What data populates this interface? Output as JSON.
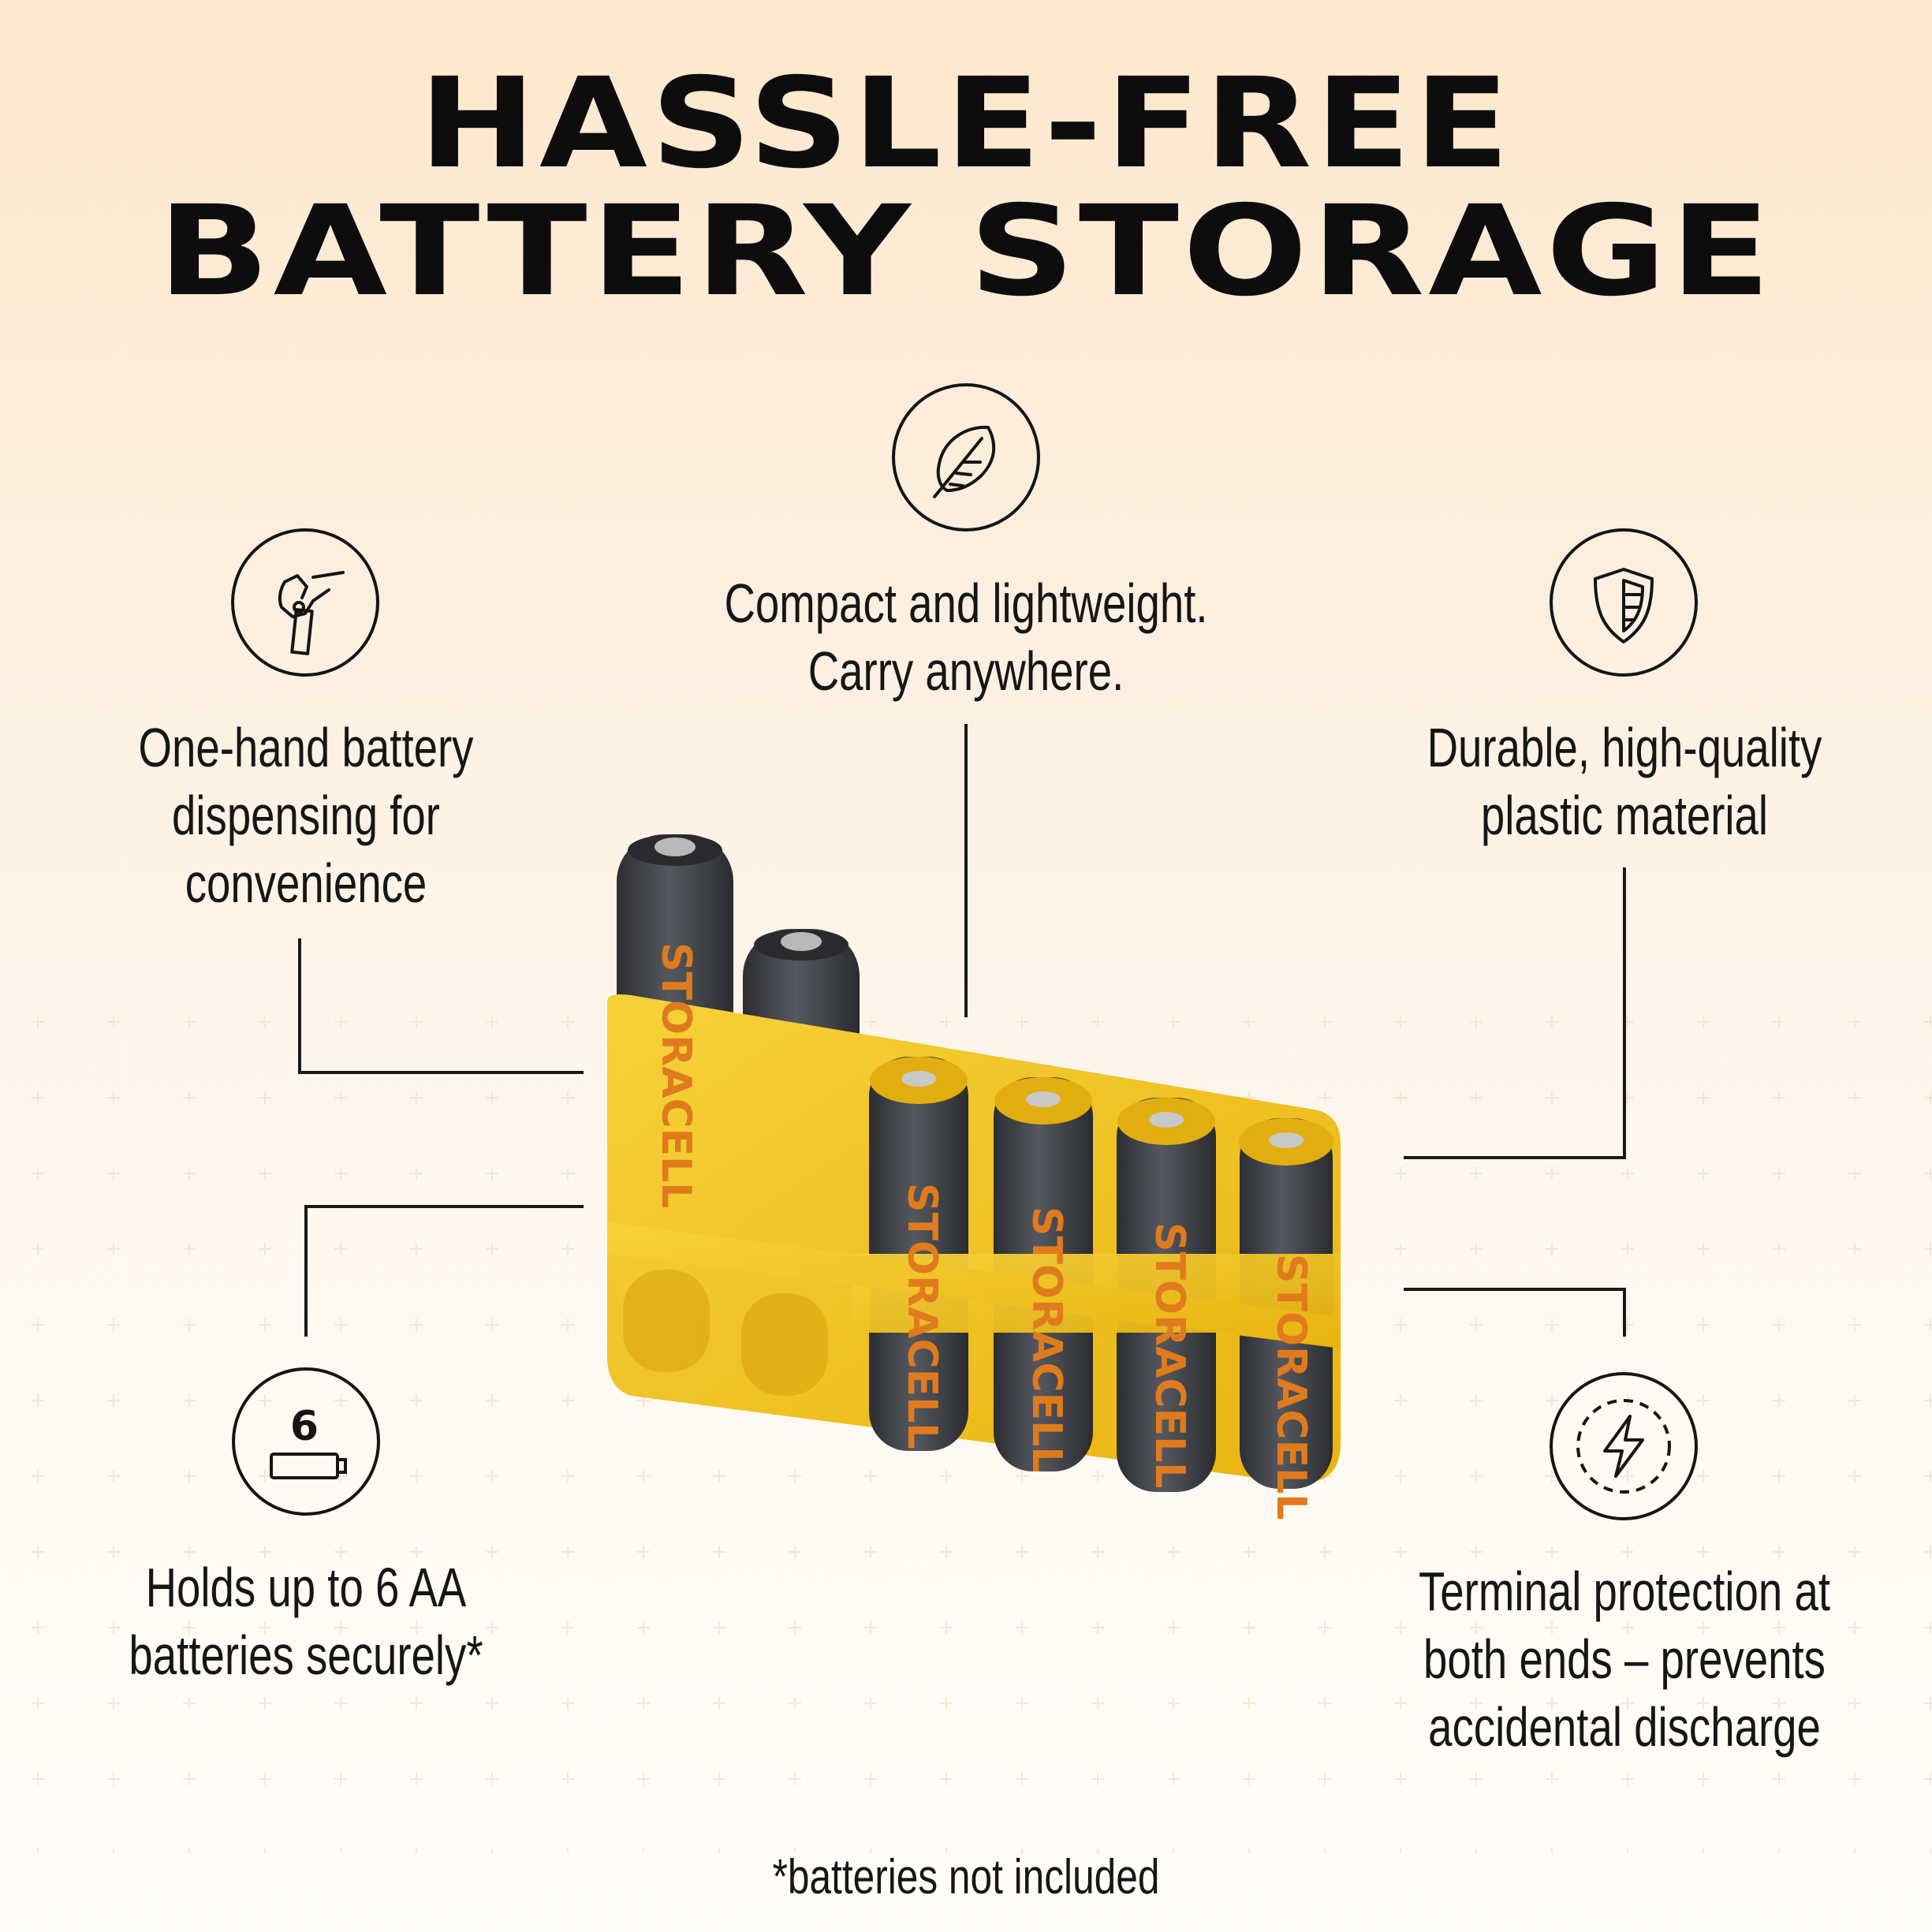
{
  "heading": {
    "line1": "HASSLE-FREE",
    "line2": "BATTERY STORAGE"
  },
  "features": {
    "one_hand": {
      "icon": "hand-pinch-icon",
      "lines": [
        "One-hand battery",
        "dispensing for",
        "convenience"
      ]
    },
    "compact": {
      "icon": "feather-icon",
      "lines": [
        "Compact and lightweight.",
        "Carry anywhere."
      ]
    },
    "durable": {
      "icon": "shield-icon",
      "lines": [
        "Durable, high-quality",
        "plastic material"
      ]
    },
    "holds": {
      "icon": "battery-count-icon",
      "icon_text": "6",
      "lines": [
        "Holds up to 6 AA",
        "batteries securely*"
      ]
    },
    "terminal": {
      "icon": "lightning-bolt-icon",
      "lines": [
        "Terminal protection at",
        "both ends – prevents",
        "accidental discharge"
      ]
    }
  },
  "product": {
    "brand_text": "STORACELL",
    "holder_color": "#f2c21b",
    "battery_color": "#3f4247",
    "label_color": "#e07b1d"
  },
  "footnote": "*batteries not included"
}
